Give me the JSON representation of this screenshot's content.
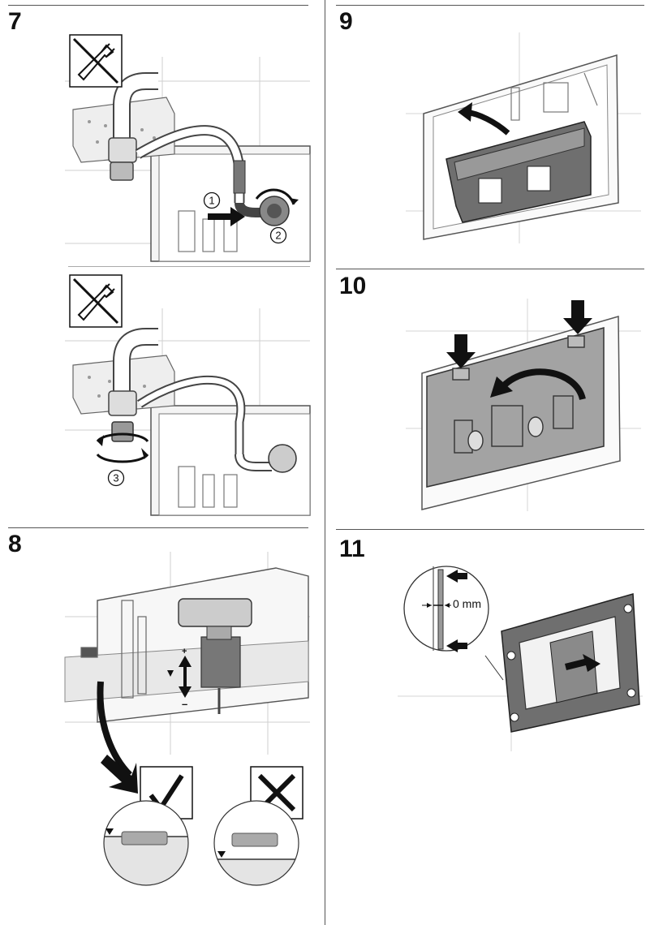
{
  "steps": [
    {
      "number": "7",
      "callouts": [
        "1",
        "2",
        "3"
      ]
    },
    {
      "number": "8"
    },
    {
      "number": "9"
    },
    {
      "number": "10"
    },
    {
      "number": "11",
      "gap_label": "0 mm"
    }
  ],
  "icons": [
    "no-pipe-wrench-icon",
    "check-mark-icon",
    "cross-mark-icon"
  ],
  "colors": {
    "line": "#555555",
    "part_dark": "#6b6b6b",
    "part_mid": "#9a9a9a",
    "part_light": "#d8d8d8",
    "arrow": "#111111"
  }
}
